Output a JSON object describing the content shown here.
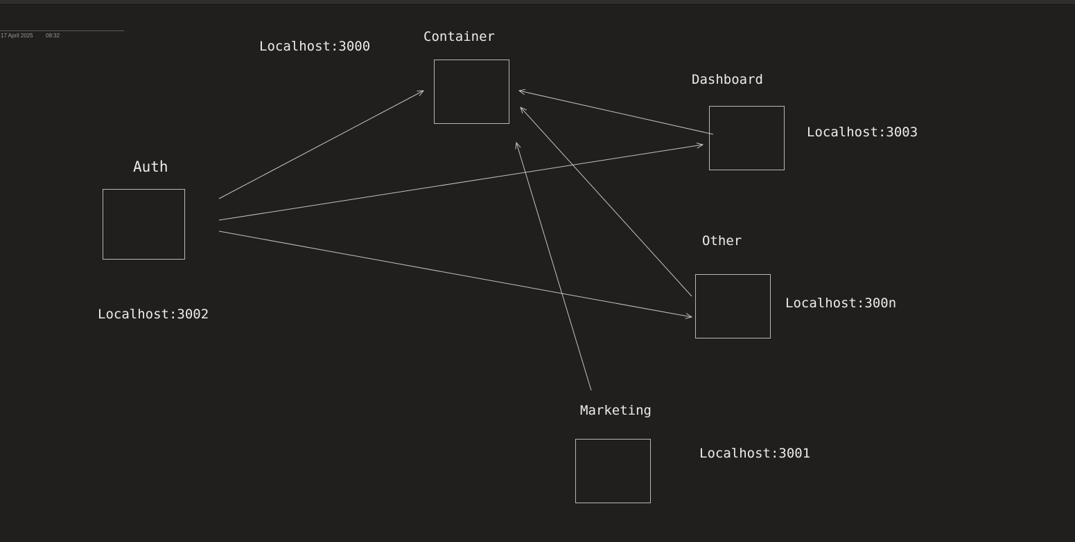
{
  "canvas_meta": {
    "date": "17 April 2025",
    "time": "08:32"
  },
  "nodes": [
    {
      "id": "container",
      "label": "Container",
      "port": "Localhost:3000"
    },
    {
      "id": "dashboard",
      "label": "Dashboard",
      "port": "Localhost:3003"
    },
    {
      "id": "auth",
      "label": "Auth",
      "port": "Localhost:3002"
    },
    {
      "id": "other",
      "label": "Other",
      "port": "Localhost:300n"
    },
    {
      "id": "marketing",
      "label": "Marketing",
      "port": "Localhost:3001"
    }
  ],
  "edges": [
    {
      "from": "auth",
      "to": "container"
    },
    {
      "from": "auth",
      "to": "dashboard"
    },
    {
      "from": "auth",
      "to": "other"
    },
    {
      "from": "dashboard",
      "to": "container"
    },
    {
      "from": "other",
      "to": "container"
    },
    {
      "from": "marketing",
      "to": "container"
    }
  ],
  "colors": {
    "background": "#201f1e",
    "stroke": "#b9b9b9",
    "text": "#ececec"
  }
}
